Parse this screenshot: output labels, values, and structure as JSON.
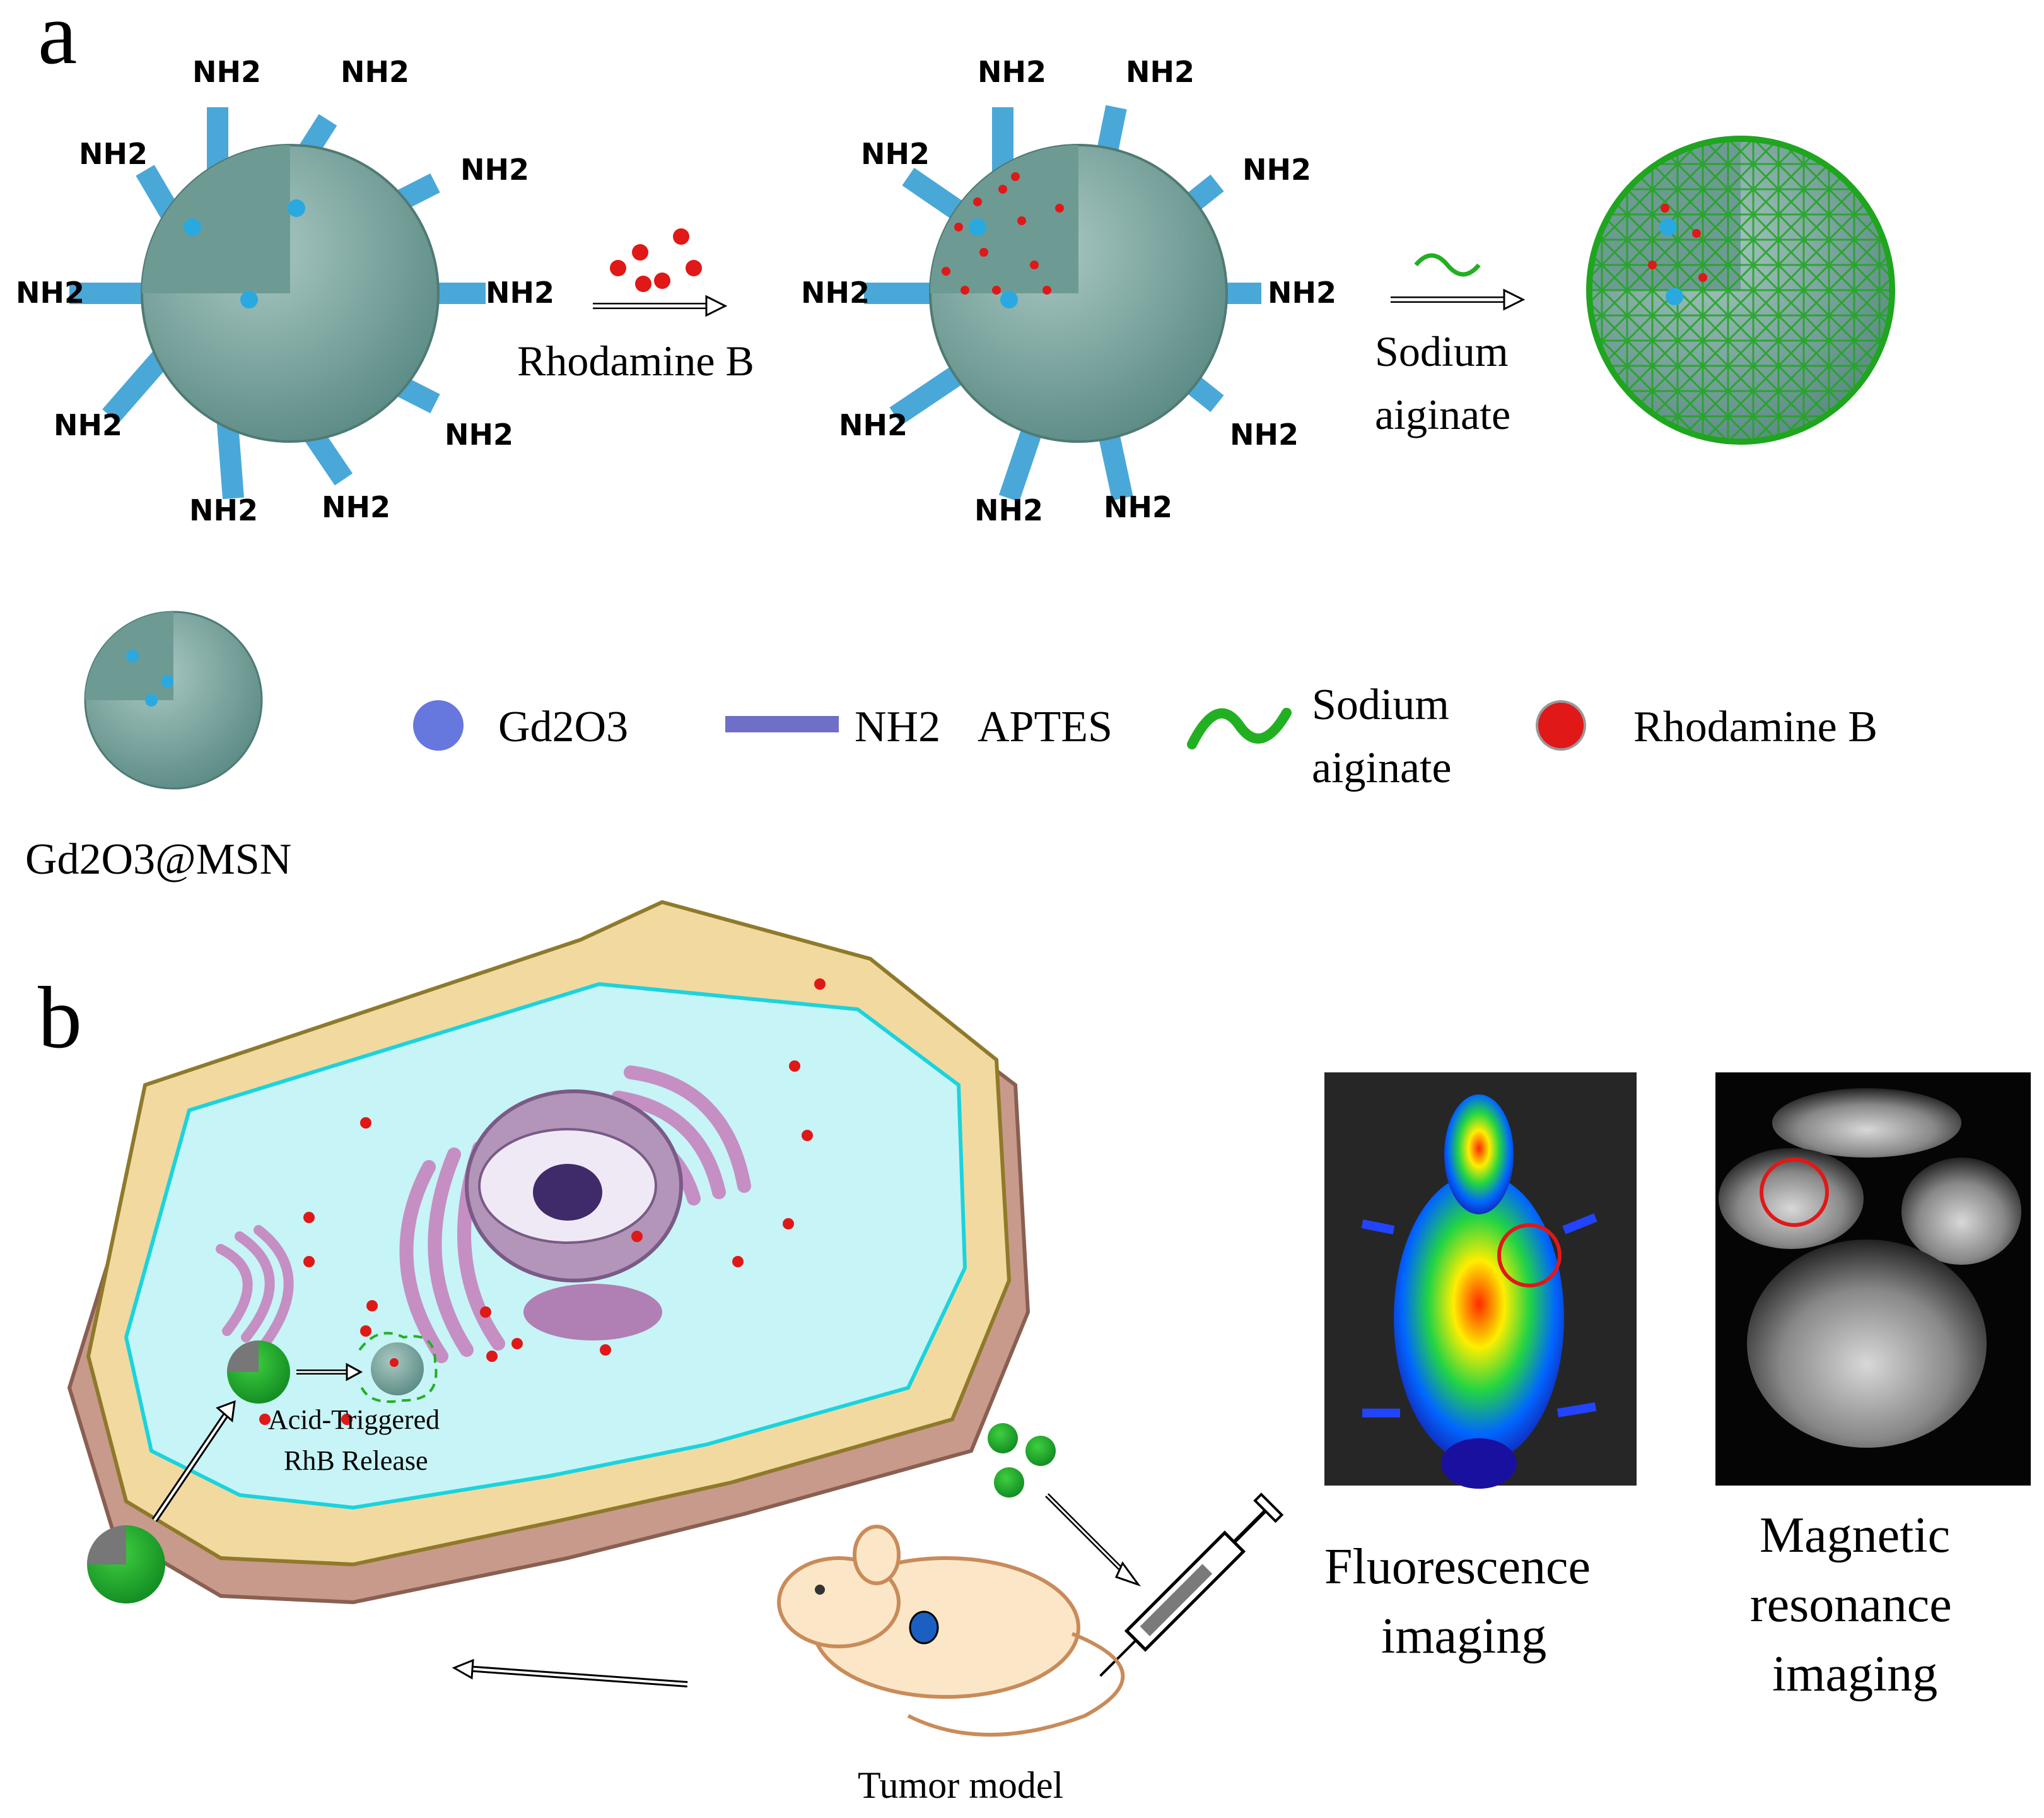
{
  "panel_a": {
    "letter": "a",
    "nh2_label": "NH2",
    "step1_label": "Rhodamine B",
    "step2_label": [
      "Sodium",
      "aiginate"
    ],
    "particle_label": "Gd2O3@MSN",
    "legend": {
      "gd2o3": "Gd2O3",
      "nh2": "NH2",
      "aptes": "APTES",
      "alginate": [
        "Sodium",
        "aiginate"
      ],
      "rhodamine": "Rhodamine B"
    }
  },
  "panel_b": {
    "letter": "b",
    "release_label": [
      "Acid-Triggered",
      "RhB Release"
    ],
    "tumor_label": "Tumor model",
    "fluorescence_label": [
      "Fluorescence",
      "imaging"
    ],
    "mri_label": [
      "Magnetic",
      "resonance",
      "imaging"
    ]
  },
  "colors": {
    "shell": "#7fa8a2",
    "shell_dark": "#5e8a84",
    "amine": "#4aa8d8",
    "dye": "#e01818",
    "alginate": "#22b022",
    "cytoplasm": "#c7f4f6",
    "membrane": "#f2d9a0",
    "organelle": "#c58fc3",
    "legend_gd": "#6677dd",
    "legend_bar": "#6f6fc7"
  }
}
